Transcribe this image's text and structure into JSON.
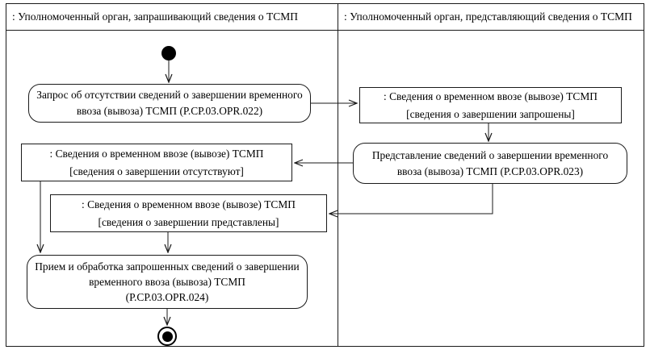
{
  "diagram": {
    "lanes": [
      {
        "title": ": Уполномоченный орган, запрашивающий сведения о ТСМП"
      },
      {
        "title": ": Уполномоченный орган, представляющий сведения о ТСМП"
      }
    ],
    "nodes": {
      "request_activity": {
        "lines": [
          "Запрос об отсутствии сведений о завершении временного",
          "ввоза (вывоза) ТСМП (P.CP.03.OPR.022)"
        ]
      },
      "info_requested": {
        "lines": [
          ": Сведения о временном ввозе (вывозе) ТСМП",
          "[сведения о завершении запрошены]"
        ]
      },
      "present_activity": {
        "lines": [
          "Представление сведений о завершении временного",
          "ввоза (вывоза) ТСМП (P.CP.03.OPR.023)"
        ]
      },
      "info_absent": {
        "lines": [
          ": Сведения о временном ввозе (вывозе) ТСМП",
          "[сведения о завершении отсутствуют]"
        ]
      },
      "info_presented": {
        "lines": [
          ": Сведения о временном ввозе (вывозе) ТСМП",
          "[сведения о завершении представлены]"
        ]
      },
      "receive_activity": {
        "lines": [
          "Прием и обработка запрошенных сведений о завершении",
          "временного ввоза (вывоза) ТСМП",
          "(P.CP.03.OPR.024)"
        ]
      }
    },
    "colors": {
      "line": "#1a1a1a",
      "background": "#ffffff"
    }
  }
}
